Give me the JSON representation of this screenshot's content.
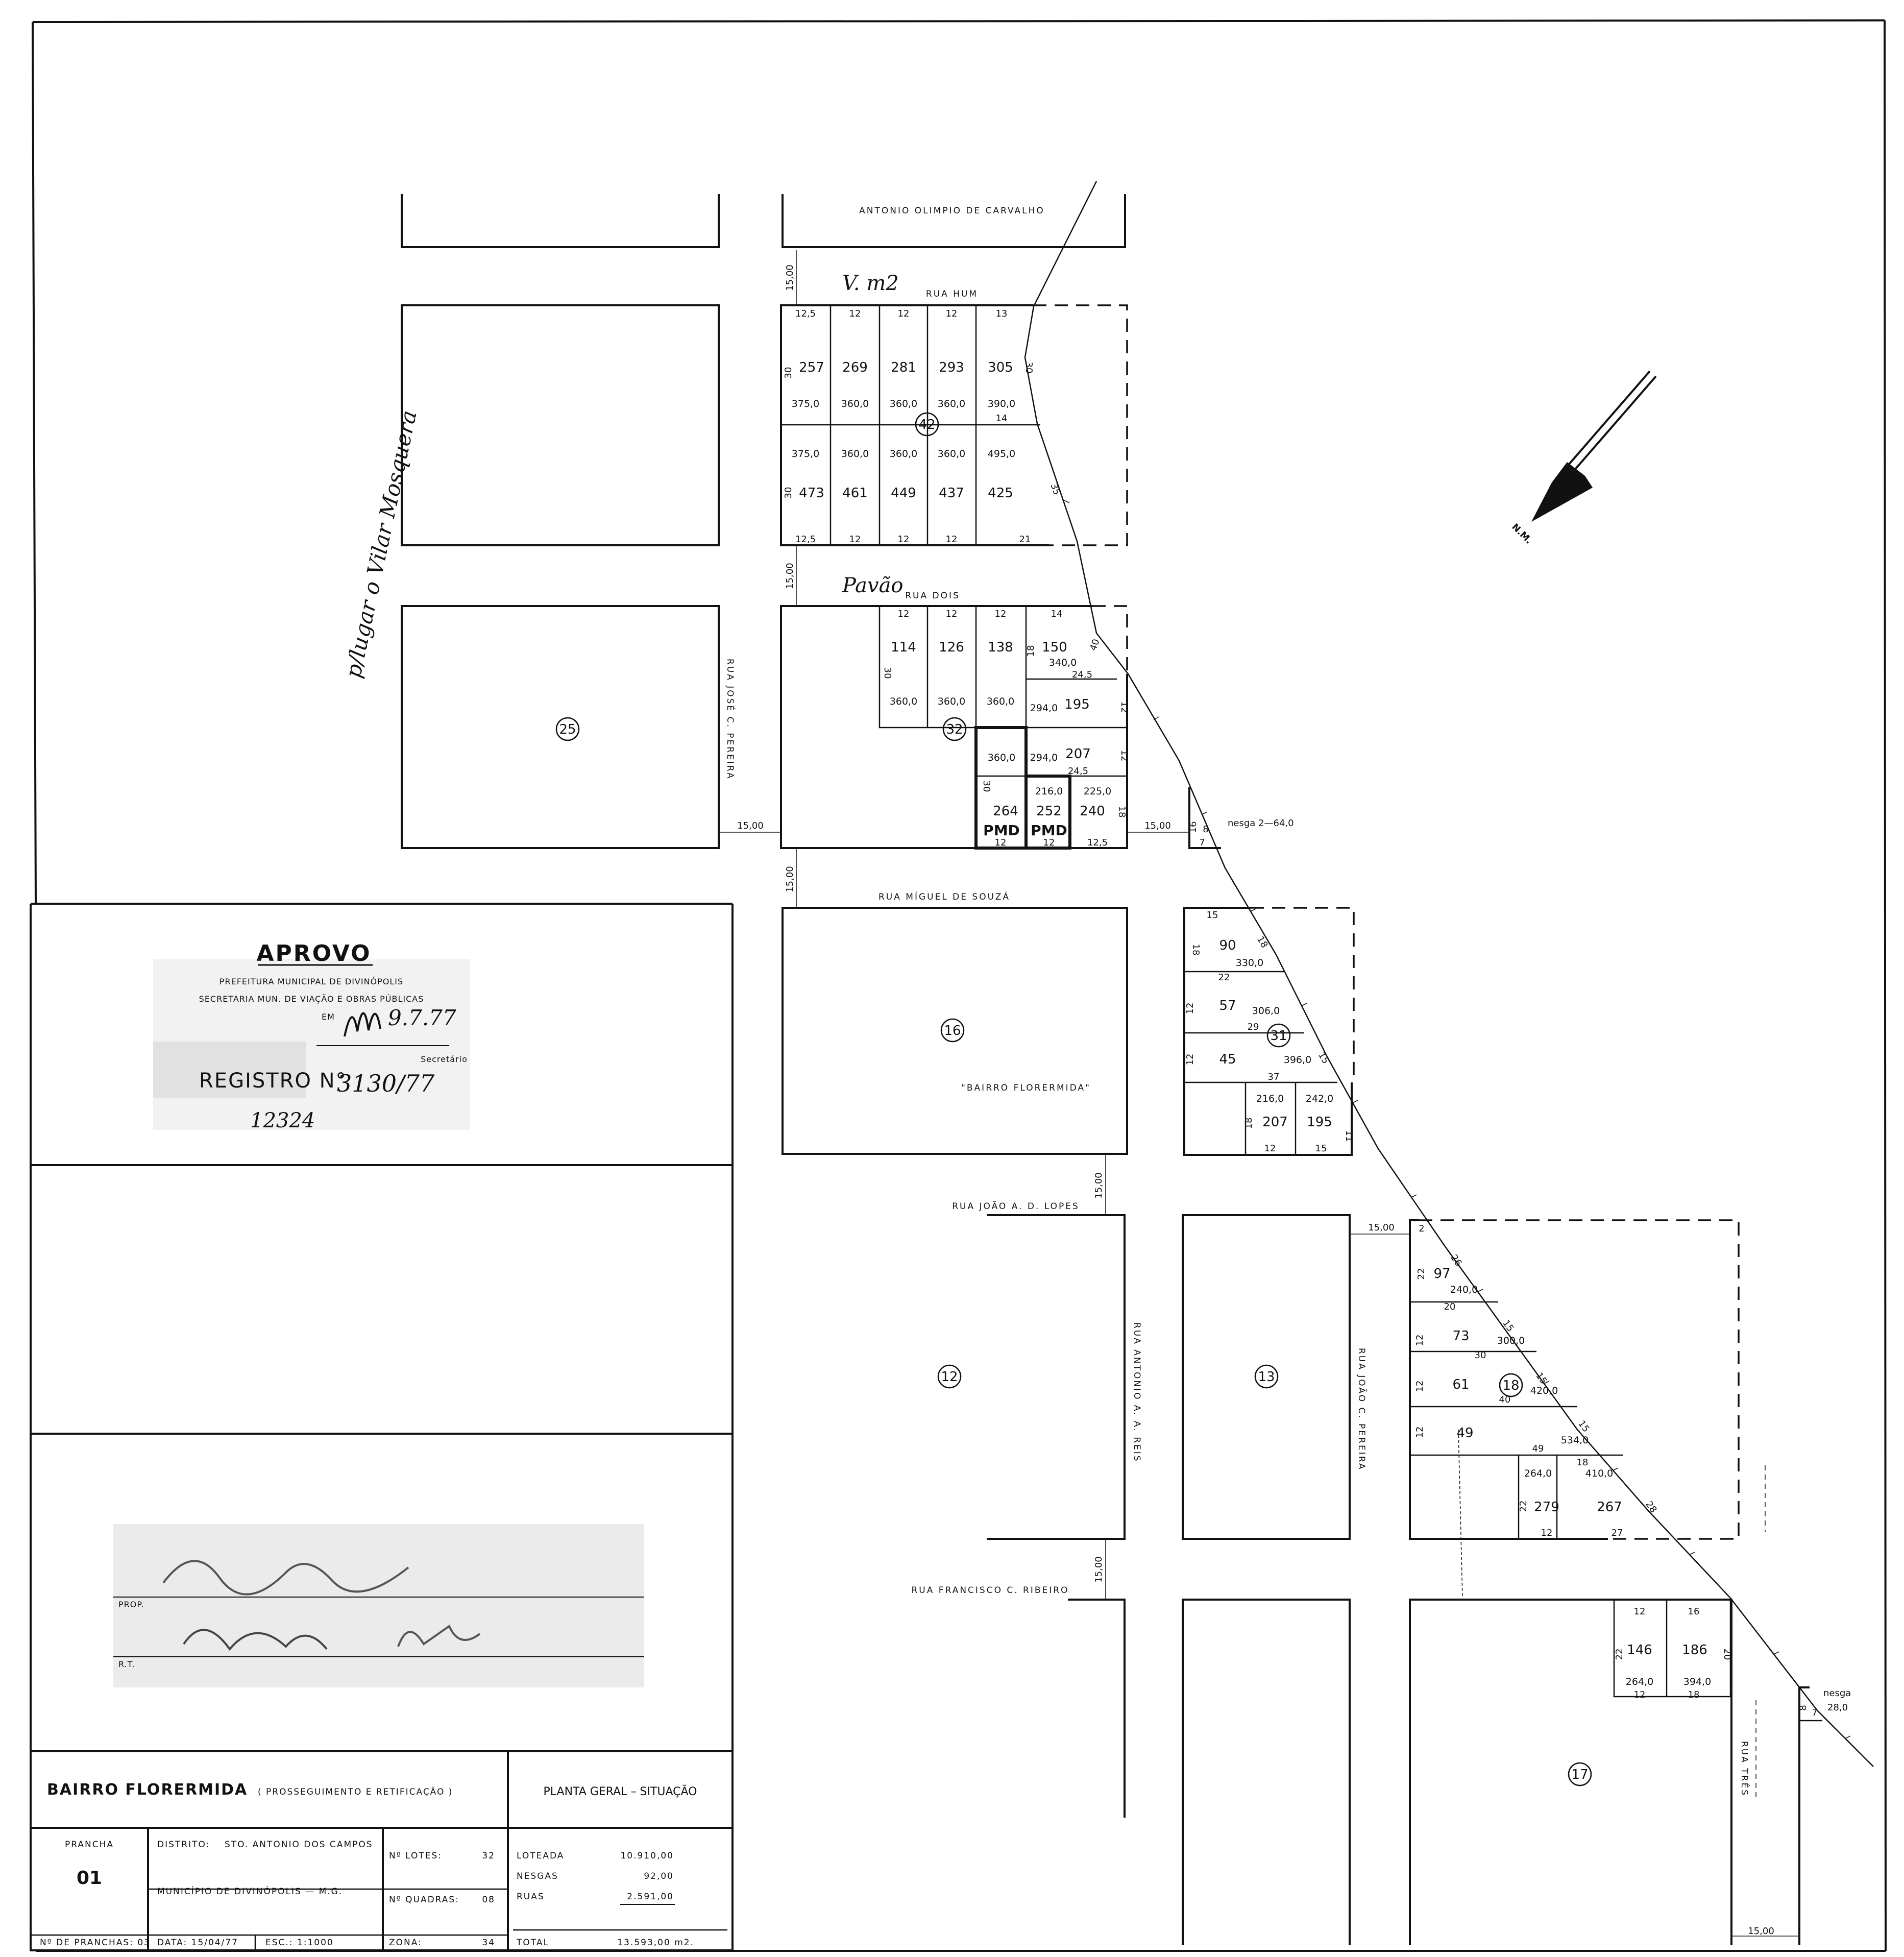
{
  "streets": {
    "antonio_olimpio": "ANTONIO OLIMPIO DE CARVALHO",
    "rua_hum": "RUA HUM",
    "rua_dois": "RUA DOIS",
    "rua_jose": "RUA JOSÉ C. PEREIRA",
    "rua_miguel": "RUA MÍGUEL DE SOUZÁ",
    "rua_joao_lopes": "RUA JOÃO A. D. LOPES",
    "rua_antonio_vert": "RUA ANTONIO A. A. REIS",
    "rua_joao_pereira": "RUA JOÃO C. PEREIRA",
    "rua_francisco": "RUA FRANCISCO C. RIBEIRO",
    "rua_tres": "RUA TRÊS"
  },
  "widths": {
    "w_top": "15,00",
    "w_mid": "15,00",
    "w_jose": "15,00",
    "w_nesga1": "15,00",
    "w_miguel": "15,00",
    "w_joao_lopes": "15,00",
    "w_joao_p": "15,00",
    "w_francisco": "15,00",
    "w_bottom": "15,00"
  },
  "block42": {
    "number": "42",
    "widths_top": [
      "12,5",
      "12",
      "12",
      "12",
      "13"
    ],
    "widths_bottom": [
      "12,5",
      "12",
      "12",
      "12",
      "21"
    ],
    "lots_top": [
      "257",
      "269",
      "281",
      "293",
      "305"
    ],
    "areas_top": [
      "375,0",
      "360,0",
      "360,0",
      "360,0",
      "390,0"
    ],
    "areas_bottom": [
      "375,0",
      "360,0",
      "360,0",
      "360,0",
      "495,0"
    ],
    "lots_bottom": [
      "473",
      "461",
      "449",
      "437",
      "425"
    ],
    "side_top": "30",
    "side_bottom": "30",
    "side_right": "30",
    "mid_right": "14",
    "diag": "35"
  },
  "block32": {
    "number": "32",
    "widths_top": [
      "12",
      "12",
      "12",
      "14"
    ],
    "lots_top": [
      "114",
      "126",
      "138",
      "150"
    ],
    "areas_top": [
      "360,0",
      "360,0",
      "360,0"
    ],
    "lot150_area": "340,0",
    "lot150_side": "18",
    "side": "30",
    "w245a": "24,5",
    "lot195": "195",
    "lot195_area": "294,0",
    "lot195_right": "12",
    "lot207": "207",
    "lot207_area": "294,0",
    "lot207_right": "12",
    "w245b": "24,5",
    "lot360_area": "360,0",
    "lot264": "264",
    "lot264_side": "30",
    "lot264_bottom": "12",
    "lot252": "252",
    "lot252_area": "216,0",
    "lot252_bottom": "12",
    "lot240": "240",
    "lot240_area": "225,0",
    "lot240_right": "18",
    "lot240_bottom": "12,5",
    "pmd1": "PMD",
    "pmd2": "PMD",
    "diag": "40"
  },
  "nesga_top": {
    "label": "nesga 2—64,0",
    "side": "16",
    "bottom": "7",
    "mid": "8"
  },
  "block25": {
    "number": "25"
  },
  "block16": {
    "number": "16",
    "name": "\"BAIRRO FLORERMIDA\""
  },
  "block31": {
    "number": "31",
    "top": "15",
    "lot90": "90",
    "lot90_side": "18",
    "lot90_area": "330,0",
    "lot90_diag": "18",
    "w22": "22",
    "lot57": "57",
    "lot57_side": "12",
    "lot57_area": "306,0",
    "w29": "29",
    "lot45": "45",
    "lot45_side": "12",
    "lot45_area": "396,0",
    "lot45_diag": "15",
    "w37": "37",
    "lot207": "207",
    "lot207_area": "216,0",
    "lot207_side": "18",
    "lot207_bottom": "12",
    "lot195": "195",
    "lot195_area": "242,0",
    "lot195_bottom": "15",
    "lot195_right": "11"
  },
  "block12": {
    "number": "12"
  },
  "block13": {
    "number": "13"
  },
  "block18": {
    "number": "18",
    "top": "2",
    "lot97": "97",
    "lot97_side": "22",
    "lot97_area": "240,0",
    "lot97_diag": "26",
    "w20": "20",
    "lot73": "73",
    "lot73_side": "12",
    "lot73_area": "300,0",
    "lot73_diag": "15",
    "w30": "30",
    "lot61": "61",
    "lot61_side": "12",
    "lot61_area": "420,0",
    "lot61_diag": "15",
    "w40": "40",
    "lot49": "49",
    "lot49_side": "12",
    "lot49_area": "534,0",
    "lot49_diag": "15",
    "w49": "49",
    "lot279": "279",
    "lot279_area": "264,0",
    "lot279_side": "22",
    "lot279_bottom": "12",
    "lot279_top": "18",
    "lot267": "267",
    "lot267_area": "410,0",
    "lot267_bottom": "27",
    "lot267_diag": "28"
  },
  "block17": {
    "number": "17",
    "lot146": "146",
    "lot146_top": "12",
    "lot146_side": "22",
    "lot146_area": "264,0",
    "lot146_bottom": "12",
    "lot186": "186",
    "lot186_top": "16",
    "lot186_area": "394,0",
    "lot186_bottom": "18",
    "lot186_right": "20"
  },
  "nesga_bottom": {
    "label": "nesga",
    "area": "28,0",
    "side": "8",
    "bottom": "7"
  },
  "north": {
    "label": "N.M."
  },
  "handwriting": {
    "h1": "V. m2",
    "h2": "Pavão",
    "h3": "p/lugar o Vilar Mosquera"
  },
  "stamp": {
    "aprovo": "APROVO",
    "prefeitura": "PREFEITURA MUNICIPAL DE DIVINÓPOLIS",
    "secretaria": "SECRETARIA MUN. DE VIAÇÃO E OBRAS PÚBLICAS",
    "em": "EM",
    "date": "9.7.77",
    "secretario": "Secretário",
    "registro": "REGISTRO N°",
    "registro_num": "3130/77",
    "number2": "12324"
  },
  "stamp2": {
    "prop": "PROP.",
    "rt": "R.T."
  },
  "title_block": {
    "title": "BAIRRO FLORERMIDA",
    "subtitle": "( PROSSEGUIMENTO  E  RETIFICAÇÃO )",
    "plan": "PLANTA GERAL – SITUAÇÃO",
    "prancha_label": "PRANCHA",
    "prancha_value": "01",
    "distrito_label": "DISTRITO:",
    "distrito_value": "STO. ANTONIO DOS CAMPOS",
    "municipio": "MUNICÍPIO  DE  DIVINÓPOLIS  —  M.G.",
    "n_pranchas": "Nº DE PRANCHAS: 03",
    "data": "DATA: 15/04/77",
    "escala": "ESC.: 1:1000",
    "lotes_label": "Nº LOTES:",
    "lotes_value": "32",
    "quadras_label": "Nº QUADRAS:",
    "quadras_value": "08",
    "zona_label": "ZONA:",
    "zona_value": "34",
    "loteada_label": "LOTEADA",
    "loteada_value": "10.910,00",
    "nesgas_label": "NESGAS",
    "nesgas_value": "92,00",
    "ruas_label": "RUAS",
    "ruas_value": "2.591,00",
    "total_label": "TOTAL",
    "total_value": "13.593,00 m2."
  }
}
